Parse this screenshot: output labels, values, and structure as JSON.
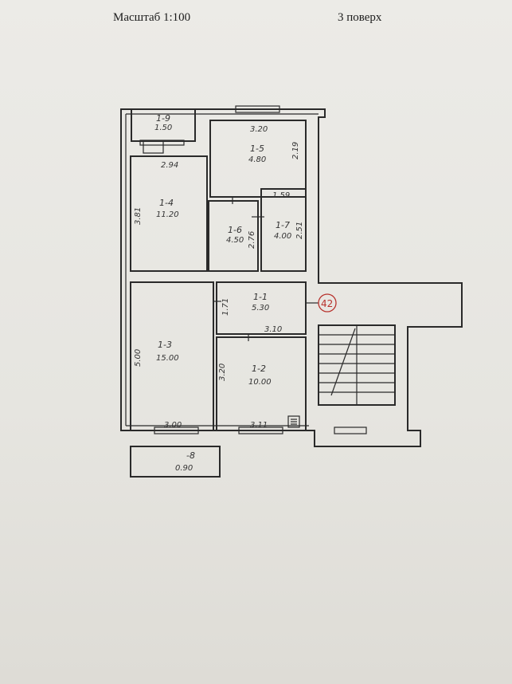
{
  "header": {
    "scale": "Масштаб 1:100",
    "floor": "3 поверх"
  },
  "rooms": [
    {
      "id": "1-9",
      "area": "1.50"
    },
    {
      "id": "1-5",
      "area": "4.80"
    },
    {
      "id": "1-4",
      "area": "11.20"
    },
    {
      "id": "1-6",
      "area": "4.50"
    },
    {
      "id": "1-7",
      "area": "4.00"
    },
    {
      "id": "1-1",
      "area": "5.30"
    },
    {
      "id": "1-3",
      "area": "15.00"
    },
    {
      "id": "1-2",
      "area": "10.00"
    },
    {
      "id": "-8",
      "area": "0.90"
    }
  ],
  "dimensions": {
    "d_320_top": "3.20",
    "d_219": "2.19",
    "d_294": "2.94",
    "d_381": "3.81",
    "d_159": "1.59",
    "d_276": "2.76",
    "d_251": "2.51",
    "d_171": "1.71",
    "d_310": "3.10",
    "d_500": "5.00",
    "d_320_mid": "3.20",
    "d_300": "3.00",
    "d_311": "3.11"
  },
  "stamp": "42",
  "colors": {
    "wall": "#2a2a2a",
    "stamp": "#b8322d",
    "paper": "#e9e8e3"
  }
}
